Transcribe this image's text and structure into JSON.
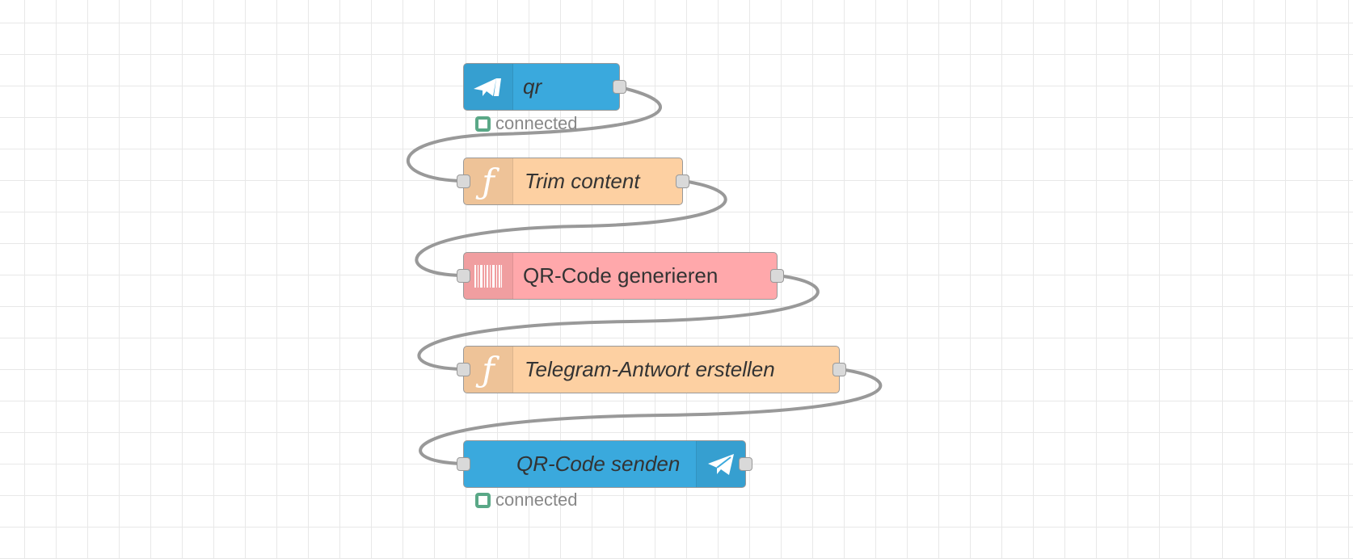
{
  "colors": {
    "telegram": "#3aa9dd",
    "function": "#fdd0a2",
    "qrcode": "#ffa8ab",
    "wire": "#999999",
    "status_connected": "#5aa887"
  },
  "nodes": {
    "qr": {
      "label": "qr",
      "icon": "telegram-receiver-icon",
      "status": "connected"
    },
    "trim": {
      "label": "Trim content",
      "icon": "function-icon"
    },
    "qrgen": {
      "label": "QR-Code generieren",
      "icon": "barcode-icon"
    },
    "telegram_reply": {
      "label": "Telegram-Antwort erstellen",
      "icon": "function-icon"
    },
    "send": {
      "label": "QR-Code senden",
      "icon": "telegram-sender-icon",
      "status": "connected"
    }
  },
  "wires": [
    [
      "qr",
      "trim"
    ],
    [
      "trim",
      "qrgen"
    ],
    [
      "qrgen",
      "telegram_reply"
    ],
    [
      "telegram_reply",
      "send"
    ]
  ]
}
